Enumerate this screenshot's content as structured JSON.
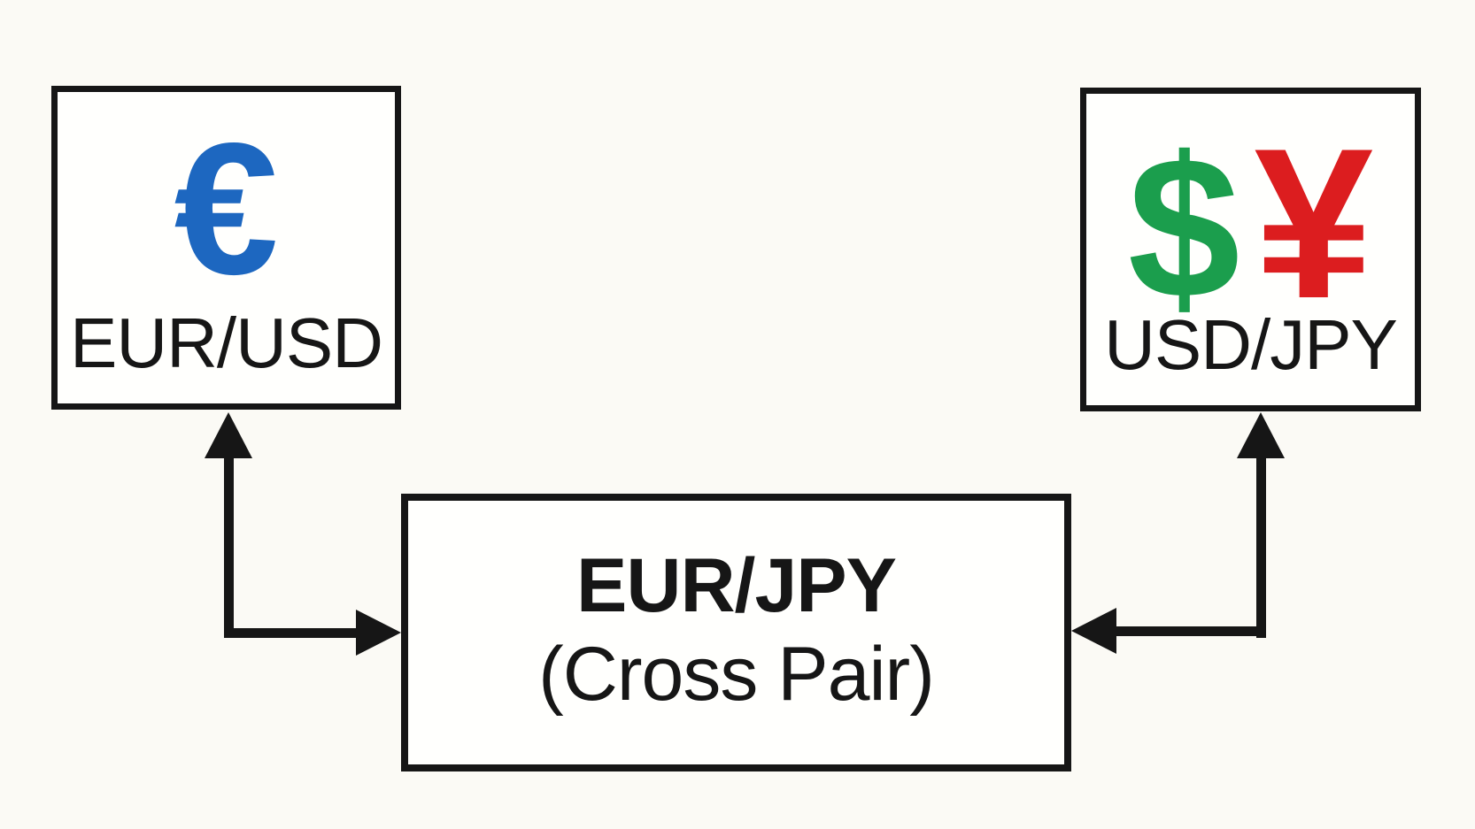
{
  "diagram": {
    "background_color": "#fbfaf5",
    "ink_color": "#161616",
    "nodes": {
      "eur_usd": {
        "label": "EUR/USD",
        "symbol": "€",
        "symbol_color": "#1d67c0"
      },
      "usd_jpy": {
        "label": "USD/JPY",
        "symbols": [
          {
            "glyph": "$",
            "color": "#1b9e4d"
          },
          {
            "glyph": "¥",
            "color": "#dc1d1f"
          }
        ]
      },
      "cross_pair": {
        "title": "EUR/JPY",
        "subtitle": "(Cross Pair)"
      }
    },
    "connectors": [
      {
        "between": [
          "EUR/USD",
          "EUR/JPY (Cross Pair)"
        ],
        "style": "elbow",
        "bidirectional": true
      },
      {
        "between": [
          "USD/JPY",
          "EUR/JPY (Cross Pair)"
        ],
        "style": "elbow",
        "bidirectional": true
      }
    ]
  }
}
